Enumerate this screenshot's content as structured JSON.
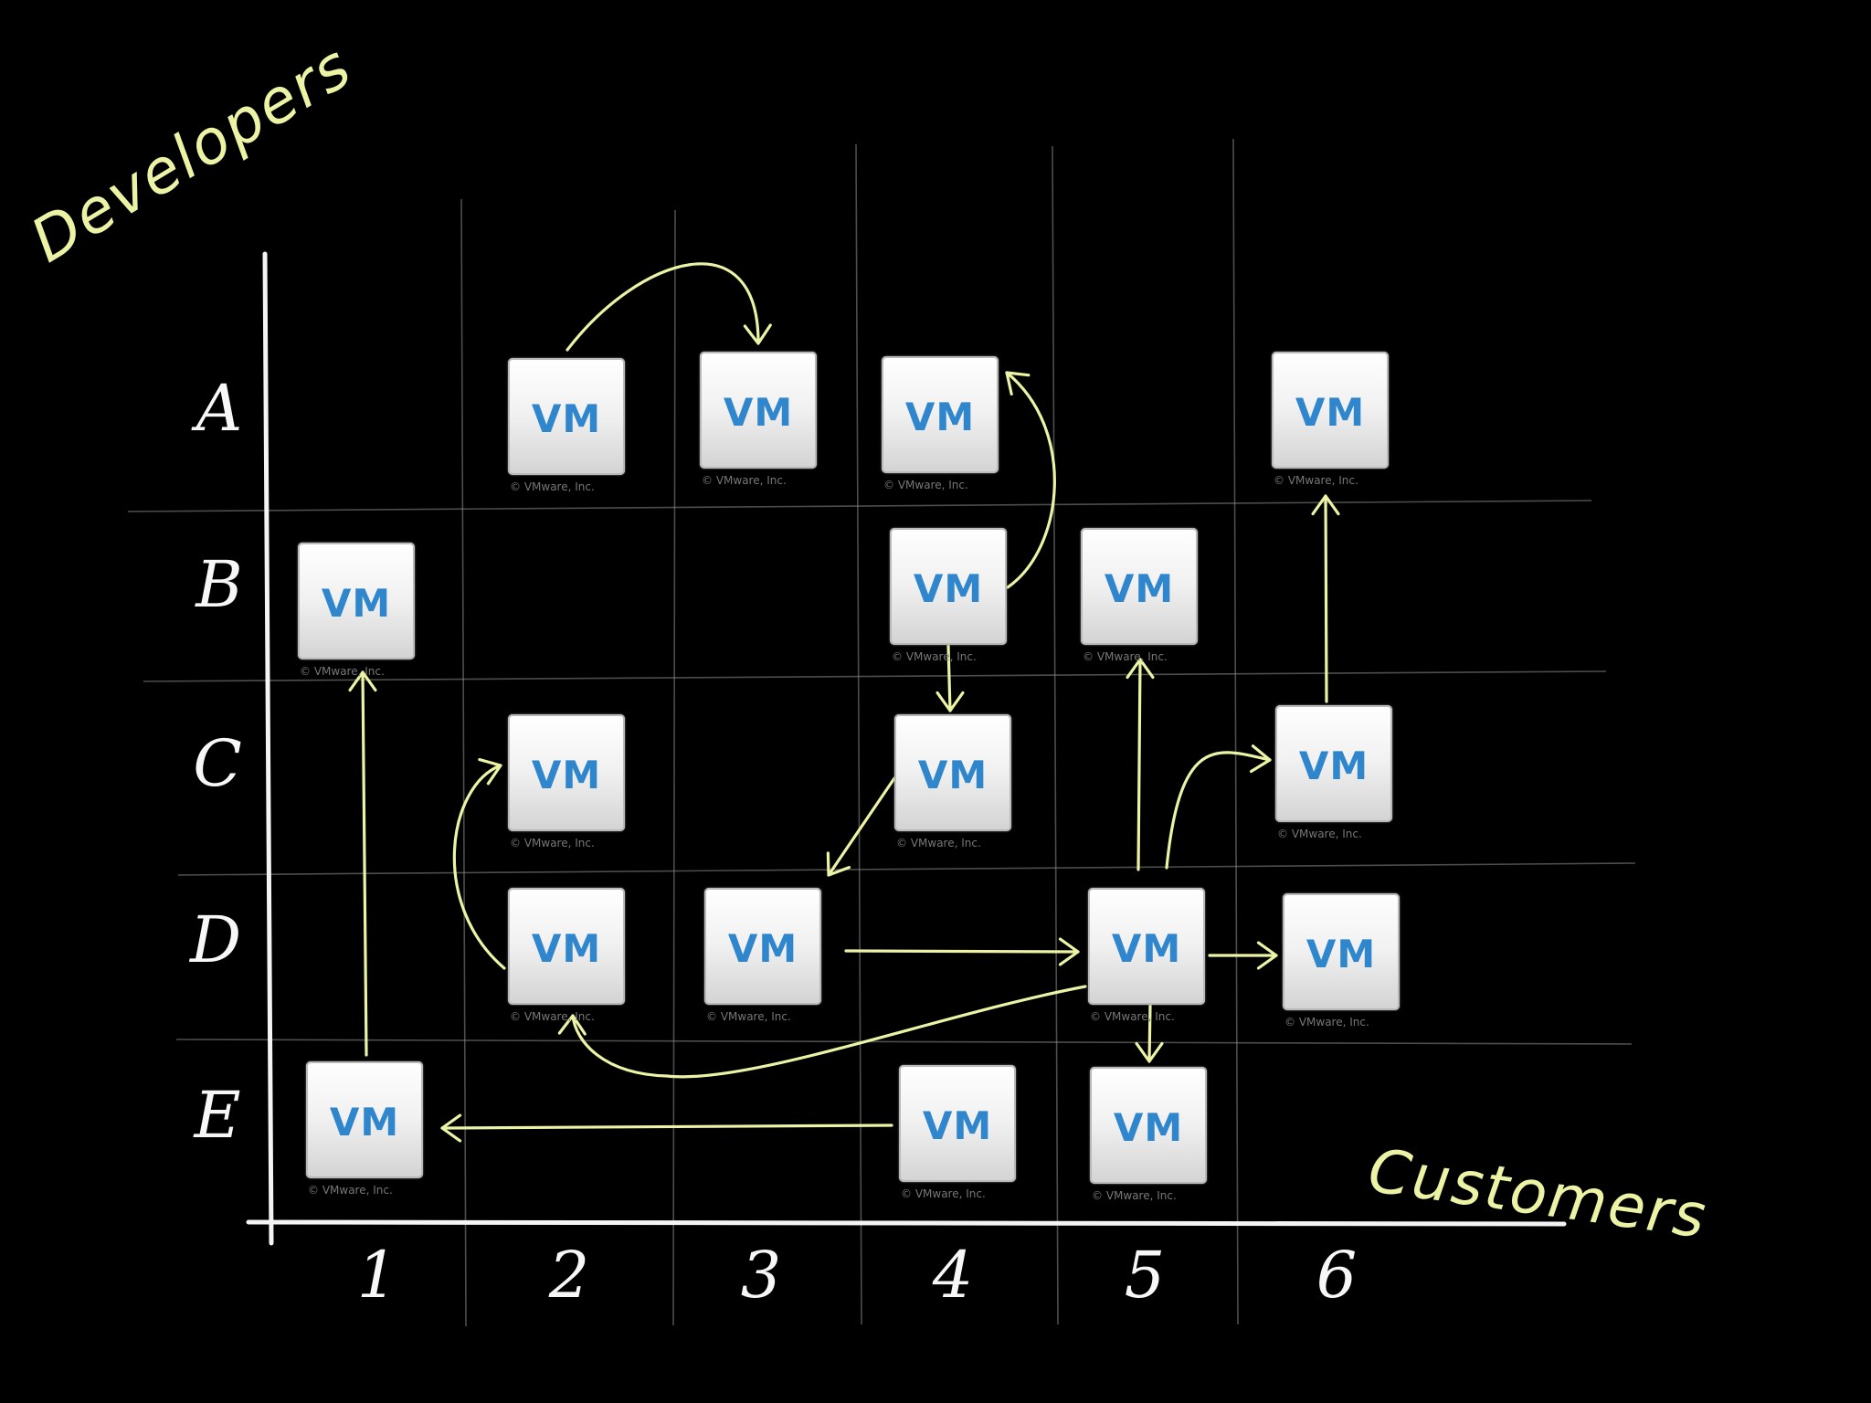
{
  "axis_titles": {
    "y": "Developers",
    "x": "Customers"
  },
  "row_labels": [
    "A",
    "B",
    "C",
    "D",
    "E"
  ],
  "column_labels": [
    "1",
    "2",
    "3",
    "4",
    "5",
    "6"
  ],
  "vm_label": "VM",
  "vm_copyright": "© VMware, Inc.",
  "vms": [
    {
      "id": "A2",
      "row": "A",
      "col": "2"
    },
    {
      "id": "A3",
      "row": "A",
      "col": "3"
    },
    {
      "id": "A4",
      "row": "A",
      "col": "4"
    },
    {
      "id": "A6",
      "row": "A",
      "col": "6"
    },
    {
      "id": "B1",
      "row": "B",
      "col": "1"
    },
    {
      "id": "B4",
      "row": "B",
      "col": "4"
    },
    {
      "id": "B5",
      "row": "B",
      "col": "5"
    },
    {
      "id": "C2",
      "row": "C",
      "col": "2"
    },
    {
      "id": "C4",
      "row": "C",
      "col": "4"
    },
    {
      "id": "C6",
      "row": "C",
      "col": "6"
    },
    {
      "id": "D2",
      "row": "D",
      "col": "2"
    },
    {
      "id": "D3",
      "row": "D",
      "col": "3"
    },
    {
      "id": "D5",
      "row": "D",
      "col": "5"
    },
    {
      "id": "D6",
      "row": "D",
      "col": "6"
    },
    {
      "id": "E1",
      "row": "E",
      "col": "1"
    },
    {
      "id": "E4",
      "row": "E",
      "col": "4"
    },
    {
      "id": "E5",
      "row": "E",
      "col": "5"
    }
  ],
  "arrows": [
    {
      "from": "A2",
      "to": "A3"
    },
    {
      "from": "B4",
      "to": "A4"
    },
    {
      "from": "B4",
      "to": "C4"
    },
    {
      "from": "C4",
      "to": "D3"
    },
    {
      "from": "D2",
      "to": "C2"
    },
    {
      "from": "D3",
      "to": "D5"
    },
    {
      "from": "D5",
      "to": "B5"
    },
    {
      "from": "D5",
      "to": "C6"
    },
    {
      "from": "C6",
      "to": "A6"
    },
    {
      "from": "D5",
      "to": "D6"
    },
    {
      "from": "D5",
      "to": "E5"
    },
    {
      "from": "D5",
      "to": "D2"
    },
    {
      "from": "E1",
      "to": "B1"
    },
    {
      "from": "E4",
      "to": "E1"
    }
  ],
  "colors": {
    "background": "#000000",
    "chalk": "#f7f7f7",
    "arrow": "#ecf3a4",
    "vm_text": "#2f86cc"
  }
}
